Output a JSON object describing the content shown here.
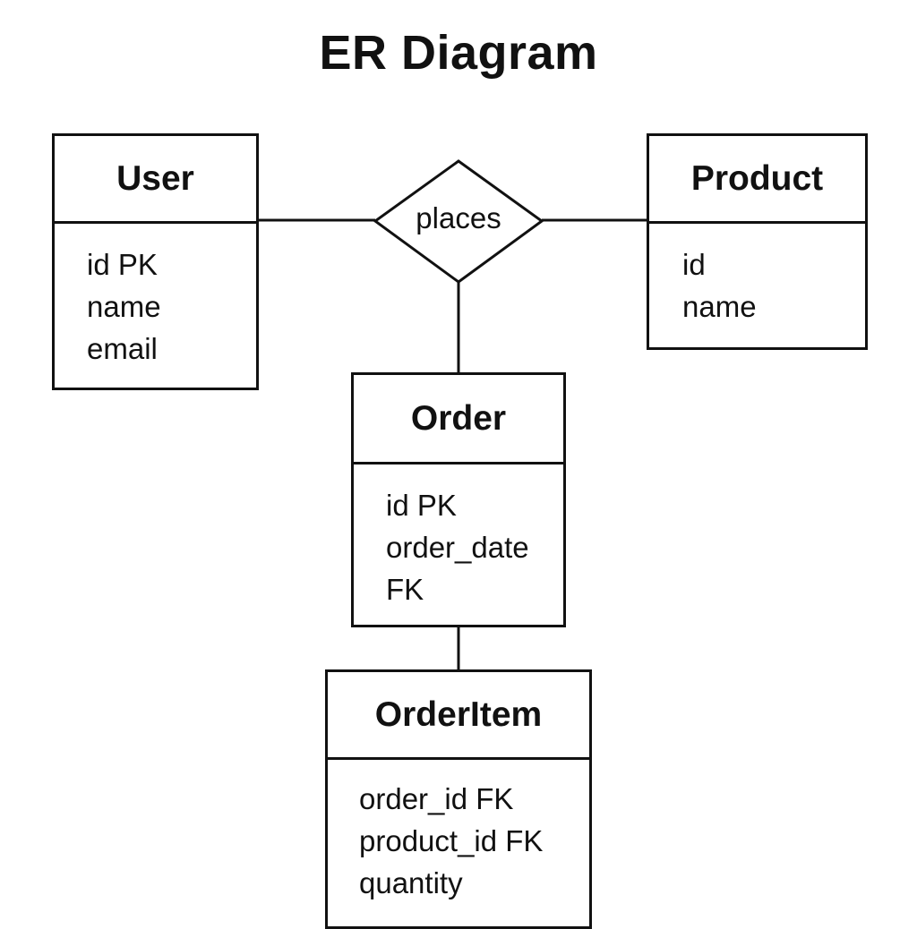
{
  "title": "ER Diagram",
  "entities": {
    "user": {
      "name": "User",
      "attributes": [
        "id PK",
        "name",
        "email"
      ]
    },
    "product": {
      "name": "Product",
      "attributes": [
        "id",
        "name"
      ]
    },
    "order": {
      "name": "Order",
      "attributes": [
        "id PK",
        "order_date",
        "FK"
      ]
    },
    "orderitem": {
      "name": "OrderItem",
      "attributes": [
        "order_id FK",
        "product_id FK",
        "quantity"
      ]
    }
  },
  "relationship": {
    "label": "places"
  }
}
